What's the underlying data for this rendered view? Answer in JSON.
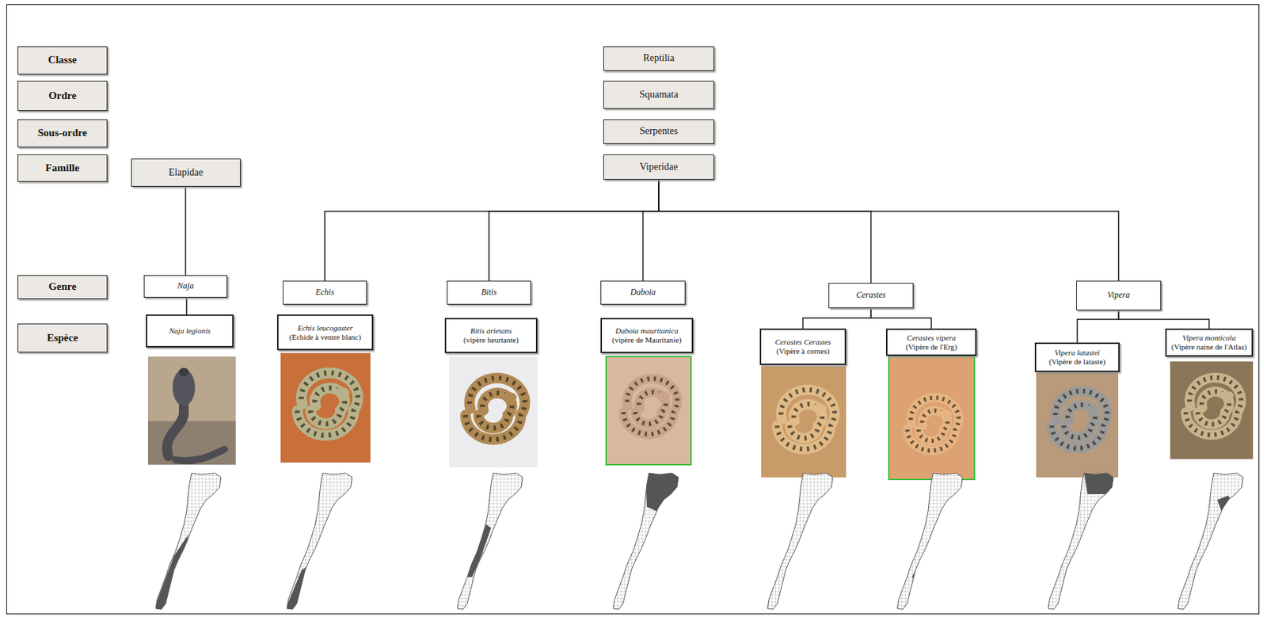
{
  "diagram": {
    "nodes": [
      {
        "text": [
          "Classe"
        ]
      },
      {
        "text": [
          "Ordre"
        ]
      },
      {
        "text": [
          "Sous-ordre"
        ]
      },
      {
        "text": [
          "Famille"
        ]
      },
      {
        "text": [
          "Genre"
        ]
      },
      {
        "text": [
          "Espèce"
        ]
      },
      {
        "text": [
          "Reptilia"
        ]
      },
      {
        "text": [
          "Squamata"
        ]
      },
      {
        "text": [
          "Serpentes"
        ]
      },
      {
        "text": [
          "Elapidae"
        ]
      },
      {
        "text": [
          "Viperidae"
        ]
      },
      {
        "text": [
          "Naja"
        ]
      },
      {
        "text": [
          "Echis"
        ]
      },
      {
        "text": [
          "Bitis"
        ]
      },
      {
        "text": [
          "Daboia"
        ]
      },
      {
        "text": [
          "Cerastes"
        ]
      },
      {
        "text": [
          "Vipera"
        ]
      },
      {
        "text": [
          "Naja legionis"
        ]
      },
      {
        "text": [
          "Echis leucogaster",
          "(Echide à ventre blanc)"
        ]
      },
      {
        "text": [
          "Bitis arietans",
          "(vipère heurtante)"
        ]
      },
      {
        "text": [
          "Daboia mauritanica",
          "(vipère de Mauritanie)"
        ]
      },
      {
        "text": [
          "Cerastes Cerastes",
          "(Vipère à cornes)"
        ]
      },
      {
        "text": [
          "Cerastes vipera",
          "(Vipère de l'Erg)"
        ]
      },
      {
        "text": [
          "Vipera latastei",
          "(Vipère de lataste)"
        ]
      },
      {
        "text": [
          "Vipera monticola",
          "(Vipère naine de l'Atlas)"
        ]
      }
    ],
    "edges": [
      {
        "from": 9,
        "to": 11,
        "arrow": "none"
      },
      {
        "from": 11,
        "to": 17,
        "arrow": "none"
      },
      {
        "from": 10,
        "to": 12,
        "arrow": "none"
      },
      {
        "from": 10,
        "to": 13,
        "arrow": "none"
      },
      {
        "from": 10,
        "to": 14,
        "arrow": "none"
      },
      {
        "from": 10,
        "to": 15,
        "arrow": "none"
      },
      {
        "from": 10,
        "to": 16,
        "arrow": "none"
      },
      {
        "from": 15,
        "to": 21,
        "arrow": "none"
      },
      {
        "from": 15,
        "to": 22,
        "arrow": "none"
      },
      {
        "from": 16,
        "to": 23,
        "arrow": "none"
      },
      {
        "from": 16,
        "to": 24,
        "arrow": "none"
      }
    ]
  }
}
